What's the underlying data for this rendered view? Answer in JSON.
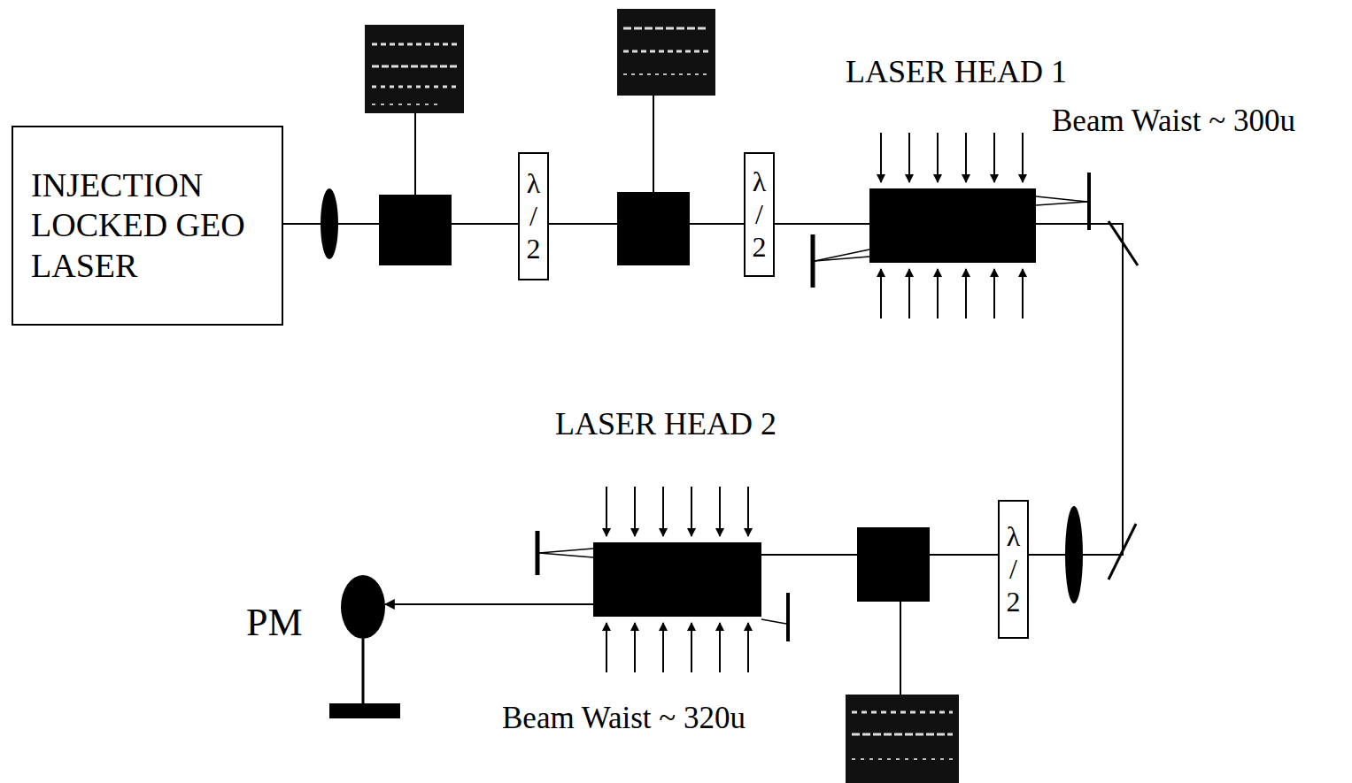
{
  "diagram": {
    "nodes": [
      {
        "text": [
          "INJECTION LOCKED GEO LASER"
        ]
      },
      {
        "text": [
          "λ / 2"
        ]
      },
      {
        "text": [
          "λ / 2"
        ]
      },
      {
        "text": [
          "LASER HEAD 1"
        ]
      },
      {
        "text": [
          "λ / 2"
        ]
      },
      {
        "text": [
          "LASER HEAD 2"
        ]
      },
      {
        "text": [
          "PM"
        ]
      }
    ],
    "edges": [
      {
        "from": 0,
        "to": 1,
        "arrow": "none"
      },
      {
        "from": 1,
        "to": 2,
        "arrow": "none"
      },
      {
        "from": 2,
        "to": 3,
        "arrow": "none"
      },
      {
        "from": 3,
        "to": 4,
        "arrow": "none"
      },
      {
        "from": 4,
        "to": 5,
        "arrow": "none"
      },
      {
        "from": 5,
        "to": 6,
        "arrow": "to"
      }
    ],
    "labels": [
      "Beam Waist ~ 300u",
      "Beam Waist ~ 320u"
    ]
  }
}
